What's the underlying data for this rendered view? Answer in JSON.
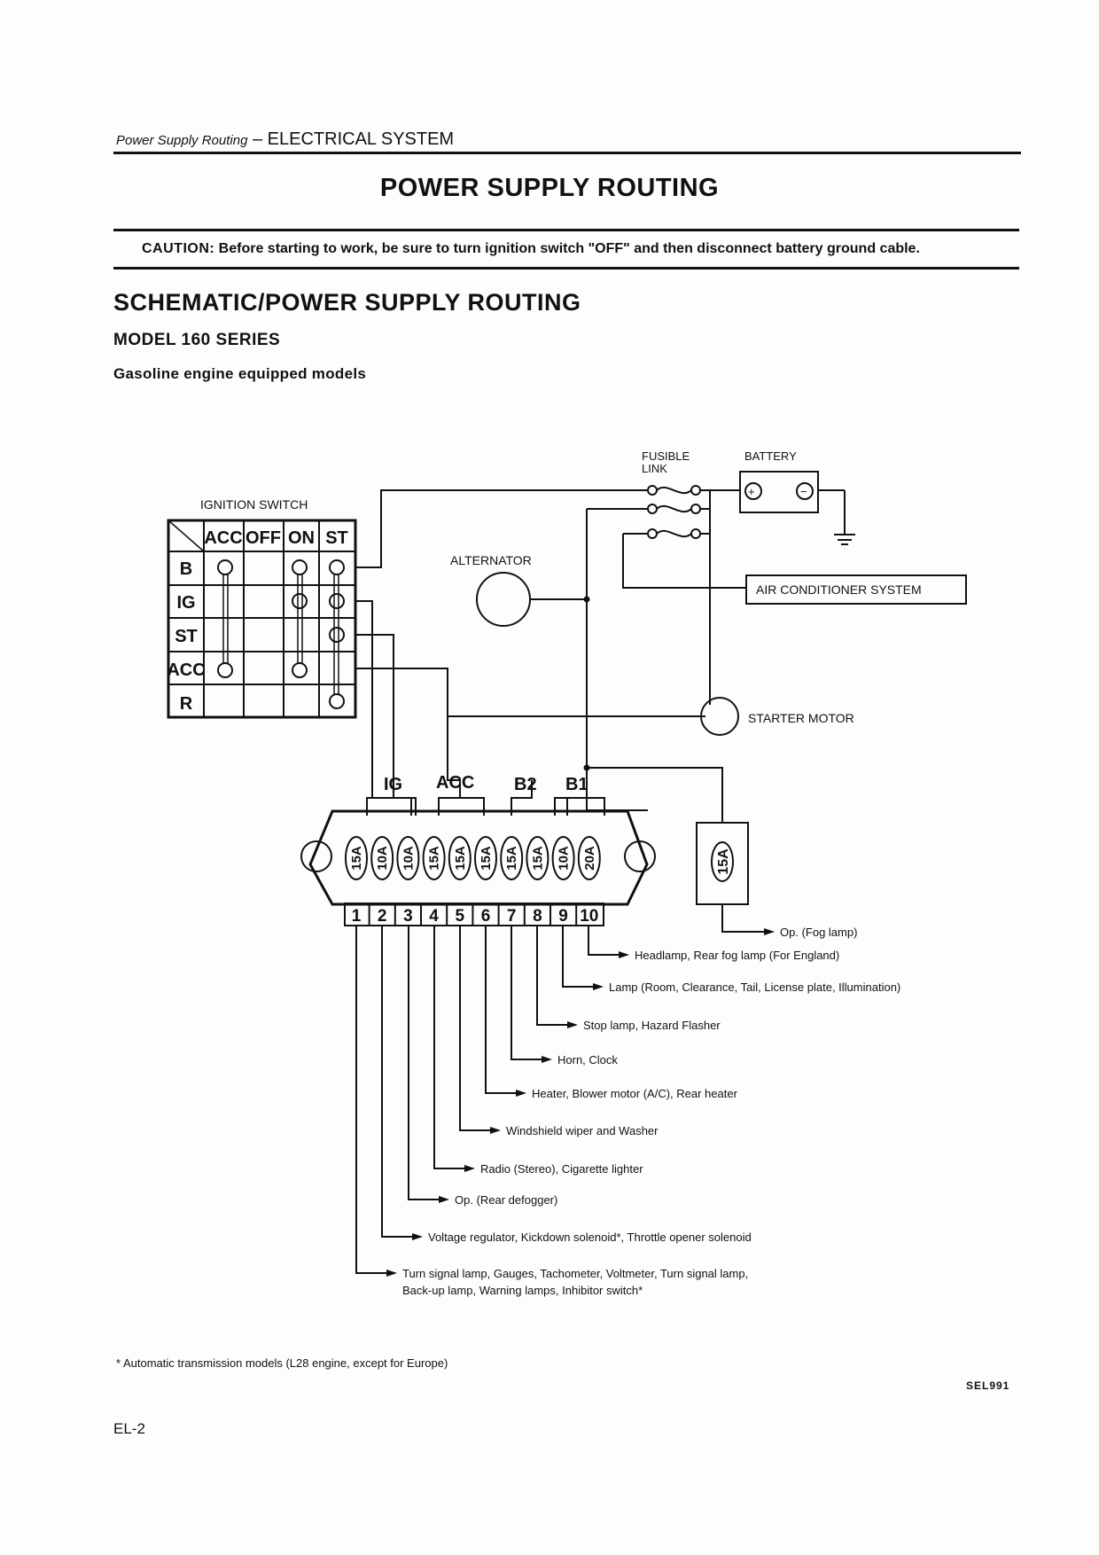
{
  "header": {
    "running_head_italic": "Power Supply Routing",
    "running_head_sep": " – ",
    "running_head_section": "ELECTRICAL SYSTEM",
    "page_title": "POWER SUPPLY ROUTING"
  },
  "caution": {
    "label": "CAUTION:",
    "text": " Before starting to work, be sure to turn ignition switch \"OFF\" and then disconnect battery ground cable."
  },
  "section": {
    "title": "SCHEMATIC/POWER SUPPLY ROUTING",
    "model": "MODEL 160 SERIES",
    "subtitle": "Gasoline engine equipped models"
  },
  "diagram": {
    "labels": {
      "fusible_link_1": "FUSIBLE",
      "fusible_link_2": "LINK",
      "battery": "BATTERY",
      "ignition_switch": "IGNITION SWITCH",
      "alternator": "ALTERNATOR",
      "air_conditioner": "AIR CONDITIONER SYSTEM",
      "starter_motor": "STARTER MOTOR",
      "battery_plus": "+",
      "battery_minus": "−"
    },
    "switch": {
      "columns": [
        "ACC",
        "OFF",
        "ON",
        "ST"
      ],
      "rows": [
        "B",
        "IG",
        "ST",
        "ACC",
        "R"
      ]
    },
    "fuse_feeds": {
      "ig": "IG",
      "acc": "ACC",
      "b2": "B2",
      "b1": "B1"
    },
    "fuses": [
      "15A",
      "10A",
      "10A",
      "15A",
      "15A",
      "15A",
      "15A",
      "15A",
      "10A",
      "20A"
    ],
    "fuse_numbers": [
      "1",
      "2",
      "3",
      "4",
      "5",
      "6",
      "7",
      "8",
      "9",
      "10"
    ],
    "separate_fuse": "15A",
    "outputs": {
      "fog": "Op. (Fog lamp)",
      "f10": "Headlamp, Rear fog lamp (For England)",
      "f9": "Lamp (Room, Clearance, Tail, License plate, Illumination)",
      "f8": "Stop lamp, Hazard Flasher",
      "f7": "Horn, Clock",
      "f6": "Heater, Blower motor (A/C), Rear heater",
      "f5": "Windshield wiper and Washer",
      "f4": "Radio (Stereo), Cigarette lighter",
      "f3": "Op. (Rear defogger)",
      "f2": "Voltage regulator, Kickdown solenoid*, Throttle opener solenoid",
      "f1_line1": "Turn signal lamp, Gauges, Tachometer, Voltmeter, Turn signal lamp,",
      "f1_line2": "Back-up lamp, Warning lamps, Inhibitor switch*"
    }
  },
  "footnote": "*  Automatic transmission models (L28 engine, except for Europe)",
  "figure_id": "SEL991",
  "page_number": "EL-2"
}
